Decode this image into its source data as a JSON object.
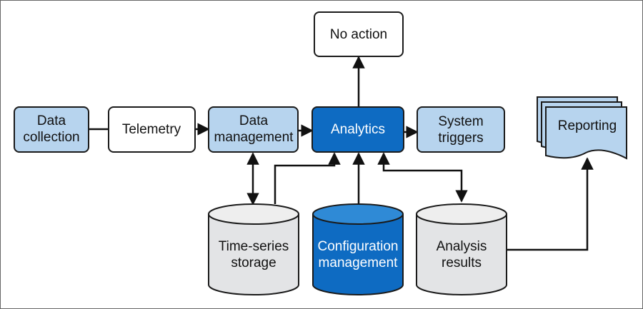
{
  "nodes": {
    "data_collection": {
      "lines": [
        "Data",
        "collection"
      ]
    },
    "telemetry": {
      "lines": [
        "Telemetry"
      ]
    },
    "data_management": {
      "lines": [
        "Data",
        "management"
      ]
    },
    "analytics": {
      "lines": [
        "Analytics"
      ]
    },
    "system_triggers": {
      "lines": [
        "System",
        "triggers"
      ]
    },
    "no_action": {
      "lines": [
        "No action"
      ]
    },
    "reporting": {
      "lines": [
        "Reporting"
      ]
    },
    "time_series_storage": {
      "lines": [
        "Time-series",
        "storage"
      ]
    },
    "configuration_management": {
      "lines": [
        "Configuration",
        "management"
      ]
    },
    "analysis_results": {
      "lines": [
        "Analysis",
        "results"
      ]
    }
  },
  "colors": {
    "light_blue": "#b7d4ee",
    "dark_blue": "#0e6bc2",
    "gray": "#e3e4e6",
    "outline": "#1a1a1a"
  }
}
